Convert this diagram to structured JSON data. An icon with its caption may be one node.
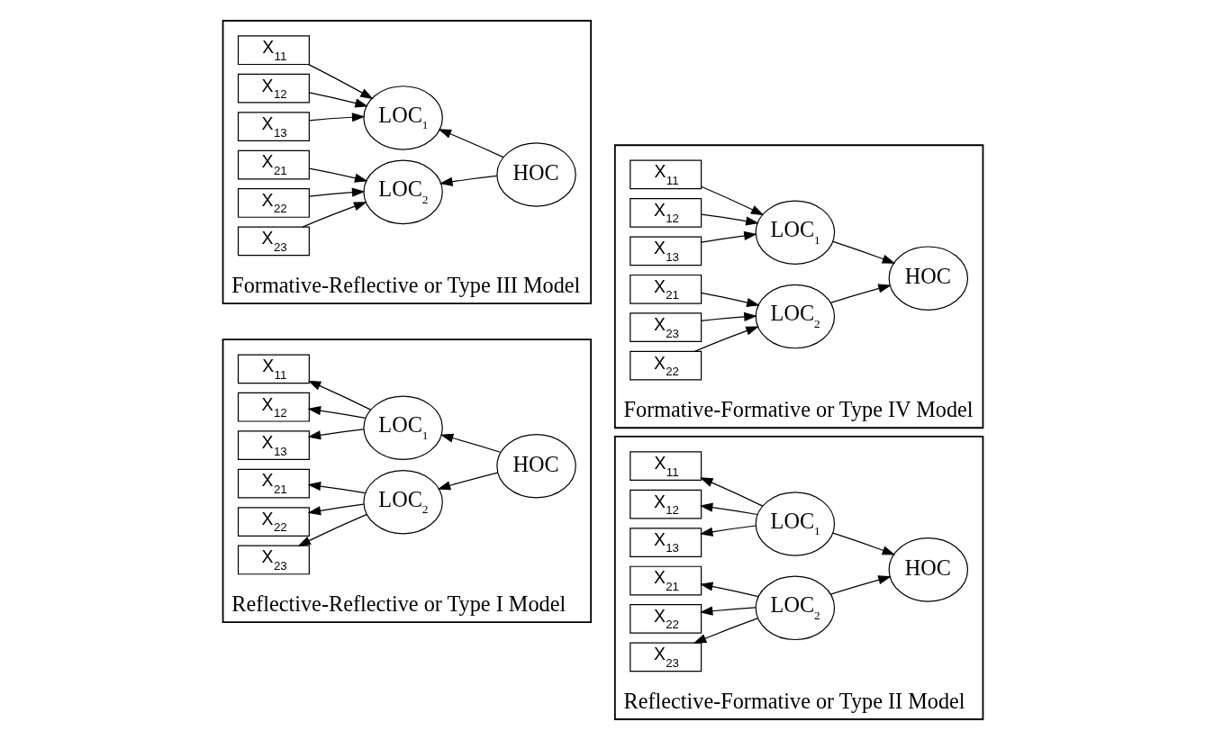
{
  "diagram": {
    "nodes": [
      {
        "text": [
          "Reflective-Reflective or Type I Model"
        ]
      },
      {
        "text": [
          "X$_{11}$"
        ],
        "in": 0
      },
      {
        "text": [
          "X$_{12}$"
        ],
        "in": 0
      },
      {
        "text": [
          "X$_{13}$"
        ],
        "in": 0
      },
      {
        "text": [
          "LOC$_{1}$"
        ],
        "in": 0
      },
      {
        "text": [
          "X$_{21}$"
        ],
        "in": 0
      },
      {
        "text": [
          "X$_{22}$"
        ],
        "in": 0
      },
      {
        "text": [
          "X$_{23}$"
        ],
        "in": 0
      },
      {
        "text": [
          "LOC$_{2}$"
        ],
        "in": 0
      },
      {
        "text": [
          "HOC"
        ],
        "in": 0
      },
      {
        "text": [
          "Reflective-Formative or Type II Model"
        ]
      },
      {
        "text": [
          "X$_{11}$"
        ],
        "in": 10
      },
      {
        "text": [
          "X$_{12}$"
        ],
        "in": 10
      },
      {
        "text": [
          "X$_{13}$"
        ],
        "in": 10
      },
      {
        "text": [
          "LOC$_{1}$"
        ],
        "in": 10
      },
      {
        "text": [
          "X$_{21}$"
        ],
        "in": 10
      },
      {
        "text": [
          "X$_{22}$"
        ],
        "in": 10
      },
      {
        "text": [
          "X$_{23}$"
        ],
        "in": 10
      },
      {
        "text": [
          "LOC$_{2}$"
        ],
        "in": 10
      },
      {
        "text": [
          "HOC"
        ],
        "in": 10
      },
      {
        "text": [
          "Formative-Reflective or Type III Model"
        ]
      },
      {
        "text": [
          "X$_{11}$"
        ],
        "in": 20
      },
      {
        "text": [
          "X$_{12}$"
        ],
        "in": 20
      },
      {
        "text": [
          "X$_{13}$"
        ],
        "in": 20
      },
      {
        "text": [
          "LOC$_{1}$"
        ],
        "in": 20
      },
      {
        "text": [
          "X$_{21}$"
        ],
        "in": 20
      },
      {
        "text": [
          "X$_{22}$"
        ],
        "in": 20
      },
      {
        "text": [
          "X$_{23}$"
        ],
        "in": 20
      },
      {
        "text": [
          "LOC$_{2}$"
        ],
        "in": 20
      },
      {
        "text": [
          "HOC"
        ],
        "in": 20
      },
      {
        "text": [
          "Formative-Formative or Type IV Model"
        ]
      },
      {
        "text": [
          "X$_{11}$"
        ],
        "in": 30
      },
      {
        "text": [
          "X$_{12}$"
        ],
        "in": 30
      },
      {
        "text": [
          "X$_{13}$"
        ],
        "in": 30
      },
      {
        "text": [
          "LOC$_{1}$"
        ],
        "in": 30
      },
      {
        "text": [
          "X$_{21}$"
        ],
        "in": 30
      },
      {
        "text": [
          "X$_{23}$"
        ],
        "in": 30
      },
      {
        "text": [
          "X$_{22}$"
        ],
        "in": 30
      },
      {
        "text": [
          "LOC$_{2}$"
        ],
        "in": 30
      },
      {
        "text": [
          "HOC"
        ],
        "in": 30
      }
    ],
    "edges": [
      {
        "from": 4,
        "to": 1,
        "arrow": "to"
      },
      {
        "from": 4,
        "to": 2,
        "arrow": "to"
      },
      {
        "from": 4,
        "to": 3,
        "arrow": "to"
      },
      {
        "from": 8,
        "to": 5,
        "arrow": "to"
      },
      {
        "from": 8,
        "to": 6,
        "arrow": "to"
      },
      {
        "from": 8,
        "to": 7,
        "arrow": "to"
      },
      {
        "from": 9,
        "to": 4,
        "arrow": "to"
      },
      {
        "from": 9,
        "to": 8,
        "arrow": "to"
      },
      {
        "from": 14,
        "to": 11,
        "arrow": "to"
      },
      {
        "from": 14,
        "to": 12,
        "arrow": "to"
      },
      {
        "from": 14,
        "to": 13,
        "arrow": "to"
      },
      {
        "from": 18,
        "to": 15,
        "arrow": "to"
      },
      {
        "from": 18,
        "to": 16,
        "arrow": "to"
      },
      {
        "from": 18,
        "to": 17,
        "arrow": "to"
      },
      {
        "from": 14,
        "to": 19,
        "arrow": "to"
      },
      {
        "from": 18,
        "to": 19,
        "arrow": "to"
      },
      {
        "from": 21,
        "to": 24,
        "arrow": "to"
      },
      {
        "from": 22,
        "to": 24,
        "arrow": "to"
      },
      {
        "from": 23,
        "to": 24,
        "arrow": "to"
      },
      {
        "from": 25,
        "to": 28,
        "arrow": "to"
      },
      {
        "from": 26,
        "to": 28,
        "arrow": "to"
      },
      {
        "from": 27,
        "to": 28,
        "arrow": "to"
      },
      {
        "from": 29,
        "to": 24,
        "arrow": "to"
      },
      {
        "from": 29,
        "to": 28,
        "arrow": "to"
      },
      {
        "from": 31,
        "to": 34,
        "arrow": "to"
      },
      {
        "from": 32,
        "to": 34,
        "arrow": "to"
      },
      {
        "from": 33,
        "to": 34,
        "arrow": "to"
      },
      {
        "from": 35,
        "to": 38,
        "arrow": "to"
      },
      {
        "from": 36,
        "to": 38,
        "arrow": "to"
      },
      {
        "from": 37,
        "to": 38,
        "arrow": "to"
      },
      {
        "from": 34,
        "to": 39,
        "arrow": "to"
      },
      {
        "from": 38,
        "to": 39,
        "arrow": "to"
      }
    ]
  }
}
